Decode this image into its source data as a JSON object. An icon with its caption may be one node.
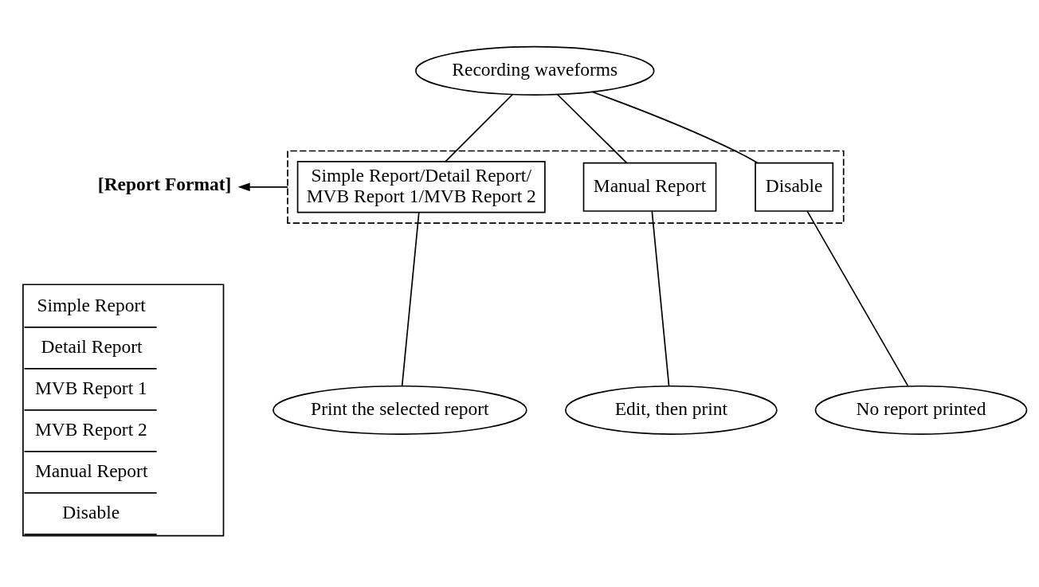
{
  "diagram": {
    "nodes": [
      {
        "text": [
          "Recording waveforms"
        ]
      },
      {
        "text": [],
        "shape": "box"
      },
      {
        "text": [
          "Simple Report/Detail Report/ MVB Report 1/MVB Report 2"
        ],
        "in": 1
      },
      {
        "text": [
          "Manual Report"
        ],
        "in": 1
      },
      {
        "text": [
          "Disable"
        ],
        "in": 1
      },
      {
        "text": [
          "[Report Format]"
        ]
      },
      {
        "text": [
          "Print the selected report"
        ]
      },
      {
        "text": [
          "Edit, then print"
        ]
      },
      {
        "text": [
          "No report printed"
        ]
      }
    ],
    "edges": [
      {
        "from": 0,
        "to": 2,
        "arrow": "none"
      },
      {
        "from": 0,
        "to": 3,
        "arrow": "none"
      },
      {
        "from": 0,
        "to": 4,
        "arrow": "none"
      },
      {
        "from": 1,
        "to": 5,
        "arrow": "to"
      },
      {
        "from": 2,
        "to": 6,
        "arrow": "none"
      },
      {
        "from": 3,
        "to": 7,
        "arrow": "none"
      },
      {
        "from": 4,
        "to": 8,
        "arrow": "none"
      }
    ],
    "labels": [
      "Simple Report",
      "Detail Report",
      "MVB Report 1",
      "MVB Report 2",
      "Manual Report",
      "Disable"
    ]
  }
}
